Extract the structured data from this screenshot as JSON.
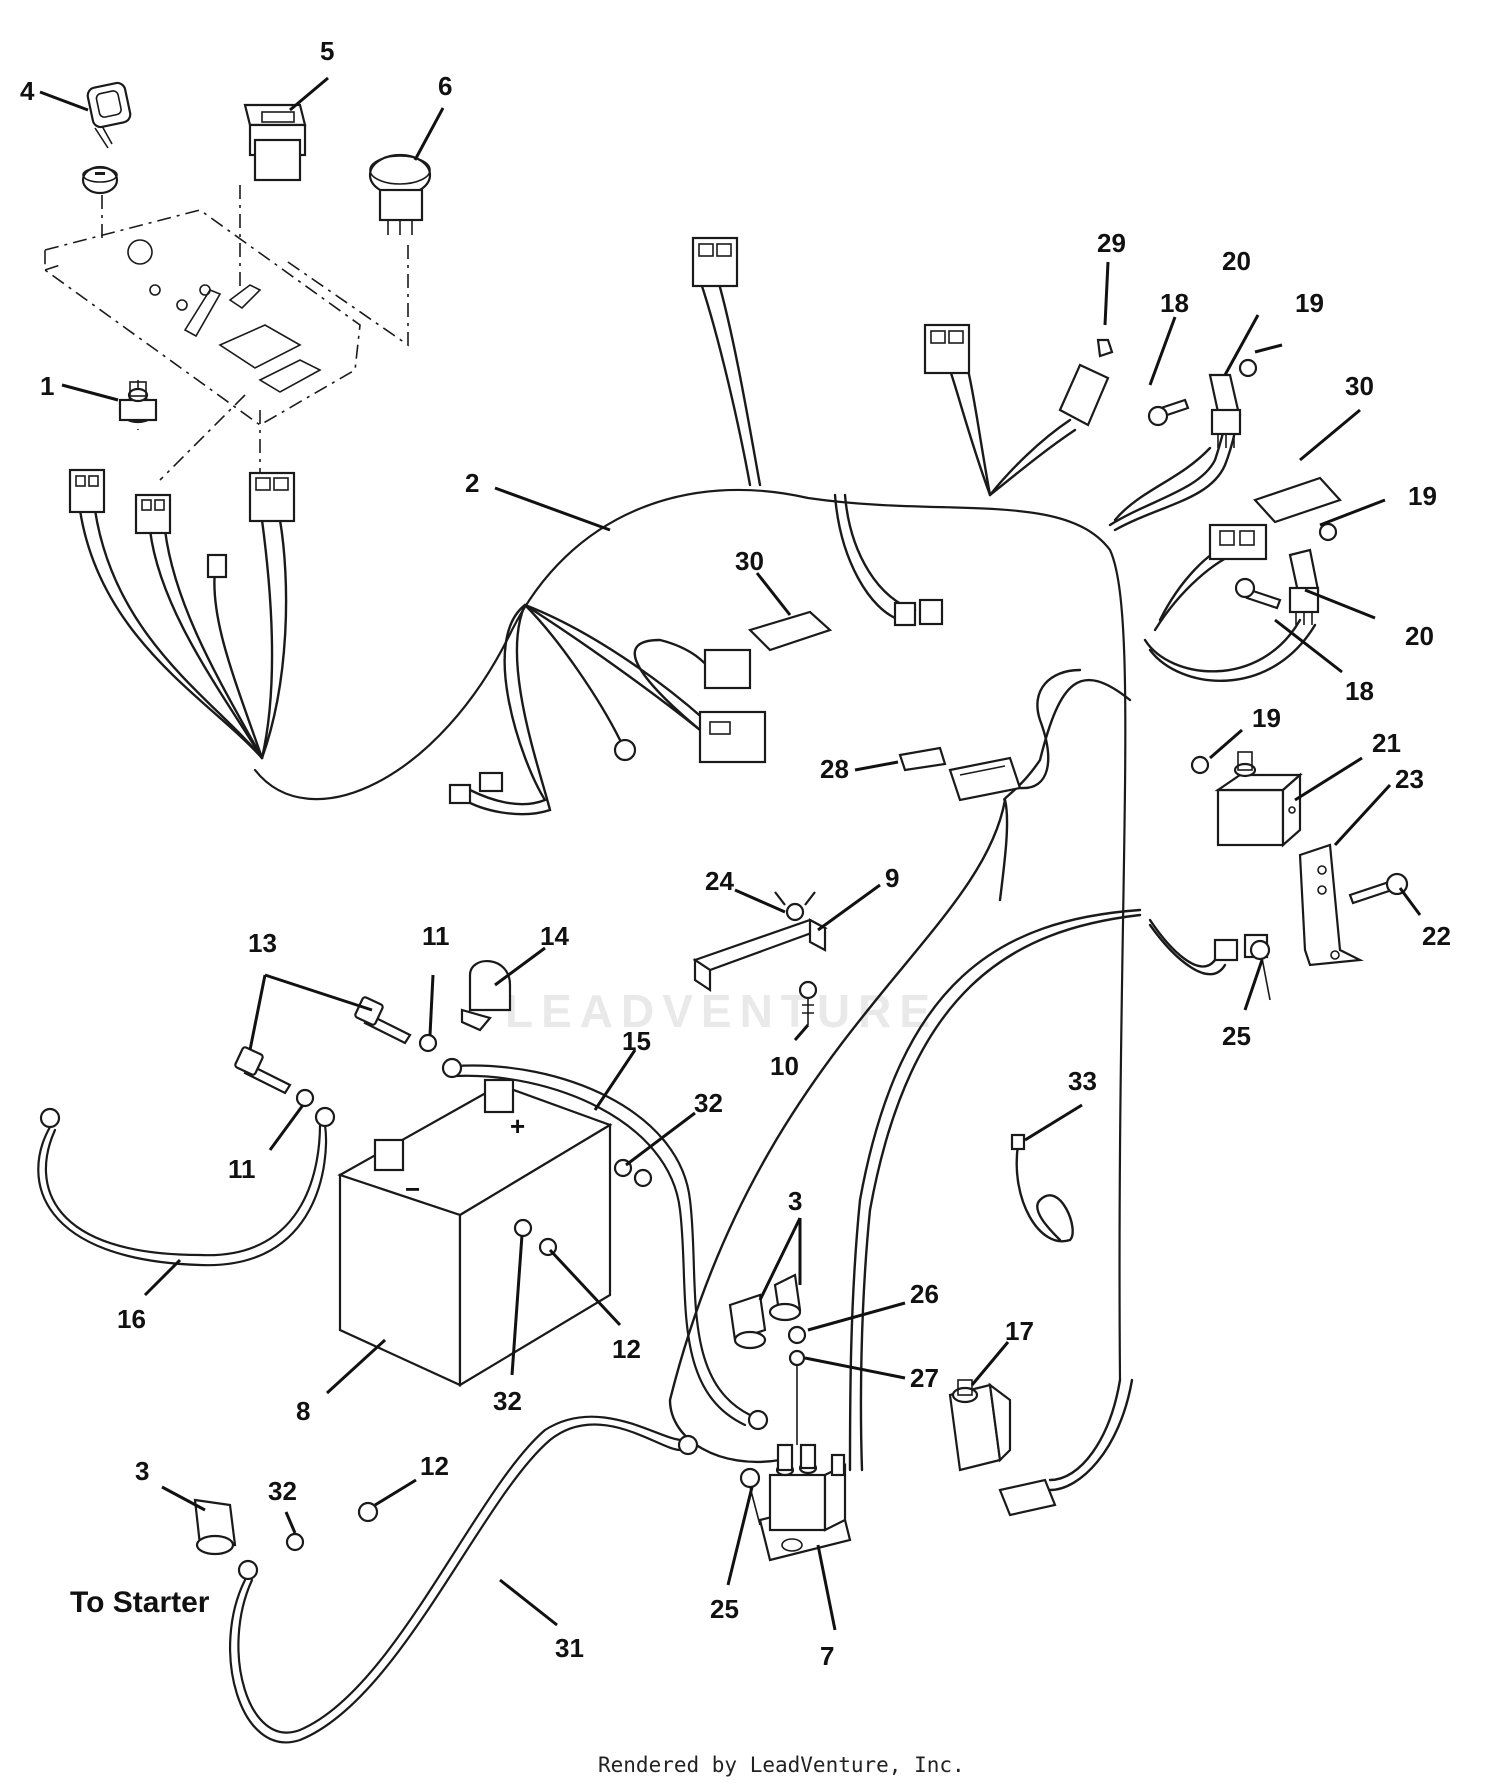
{
  "callouts": [
    {
      "id": "1",
      "text": "1"
    },
    {
      "id": "2",
      "text": "2"
    },
    {
      "id": "3a",
      "text": "3"
    },
    {
      "id": "3b",
      "text": "3"
    },
    {
      "id": "4",
      "text": "4"
    },
    {
      "id": "5",
      "text": "5"
    },
    {
      "id": "6",
      "text": "6"
    },
    {
      "id": "7",
      "text": "7"
    },
    {
      "id": "8",
      "text": "8"
    },
    {
      "id": "9",
      "text": "9"
    },
    {
      "id": "10",
      "text": "10"
    },
    {
      "id": "11a",
      "text": "11"
    },
    {
      "id": "11b",
      "text": "11"
    },
    {
      "id": "12a",
      "text": "12"
    },
    {
      "id": "12b",
      "text": "12"
    },
    {
      "id": "13",
      "text": "13"
    },
    {
      "id": "14",
      "text": "14"
    },
    {
      "id": "15",
      "text": "15"
    },
    {
      "id": "16",
      "text": "16"
    },
    {
      "id": "17",
      "text": "17"
    },
    {
      "id": "18a",
      "text": "18"
    },
    {
      "id": "18b",
      "text": "18"
    },
    {
      "id": "19a",
      "text": "19"
    },
    {
      "id": "19b",
      "text": "19"
    },
    {
      "id": "19c",
      "text": "19"
    },
    {
      "id": "20a",
      "text": "20"
    },
    {
      "id": "20b",
      "text": "20"
    },
    {
      "id": "21",
      "text": "21"
    },
    {
      "id": "22",
      "text": "22"
    },
    {
      "id": "23",
      "text": "23"
    },
    {
      "id": "24",
      "text": "24"
    },
    {
      "id": "25a",
      "text": "25"
    },
    {
      "id": "25b",
      "text": "25"
    },
    {
      "id": "26",
      "text": "26"
    },
    {
      "id": "27",
      "text": "27"
    },
    {
      "id": "28",
      "text": "28"
    },
    {
      "id": "29",
      "text": "29"
    },
    {
      "id": "30a",
      "text": "30"
    },
    {
      "id": "30b",
      "text": "30"
    },
    {
      "id": "31",
      "text": "31"
    },
    {
      "id": "32a",
      "text": "32"
    },
    {
      "id": "32b",
      "text": "32"
    },
    {
      "id": "33",
      "text": "33"
    }
  ],
  "annotations": {
    "to_starter": "To Starter",
    "battery_plus": "+",
    "battery_minus": "−"
  },
  "watermark": "LEADVENTURE",
  "footer": "Rendered by LeadVenture, Inc."
}
